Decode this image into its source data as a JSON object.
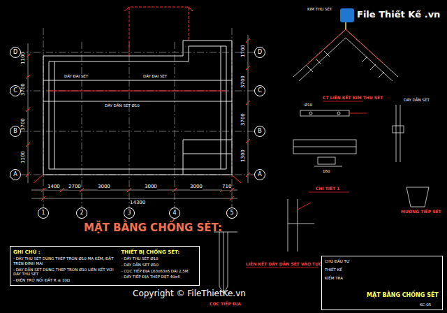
{
  "diagram": {
    "nodes": [
      {
        "text": [
          "D"
        ]
      },
      {
        "text": [
          "C"
        ]
      },
      {
        "text": [
          "B"
        ]
      },
      {
        "text": [
          "A"
        ]
      },
      {
        "text": [
          "D"
        ]
      },
      {
        "text": [
          "C"
        ]
      },
      {
        "text": [
          "B"
        ]
      },
      {
        "text": [
          "A"
        ]
      },
      {
        "text": [
          "1"
        ]
      },
      {
        "text": [
          "2"
        ]
      },
      {
        "text": [
          "3"
        ]
      },
      {
        "text": [
          "4"
        ]
      },
      {
        "text": [
          "5"
        ]
      },
      {
        "text": [
          "GHI CHÚ :",
          "- DÂY THU SÉT DÙNG THÉP TRÒN Ø10 MẠ KẼM, ĐẶT TRÊN ĐỈNH MÁI",
          "- DÂY DẪN SÉT DÙNG THÉP TRÒN Ø10 LIÊN KẾT VỚI DÂY THU SÉT",
          "- ĐIỆN TRỞ NỐI ĐẤT R ≤ 10Ω",
          "THIẾT BỊ CHỐNG SÉT:",
          "- DÂY THU SÉT Ø10",
          "- DÂY DẪN SÉT Ø10",
          "- CỌC TIẾP ĐỊA L63x63x6 DÀI 2,5M",
          "- DÂY TIẾP ĐỊA THÉP DẸT 40x4"
        ]
      },
      {
        "text": [
          "CHỦ ĐẦU TƯ",
          "THIẾT KẾ",
          "KIỂM TRA",
          "MẶT BẰNG CHỐNG SÉT",
          "KC-05"
        ]
      }
    ],
    "edges": [],
    "labels": [
      "1400",
      "2700",
      "3000",
      "3000",
      "3000",
      "710",
      "14300",
      "1100",
      "3700",
      "3700",
      "1100",
      "1700",
      "3700",
      "3700",
      "1300",
      "MẶT BẰNG CHỐNG SÉT:",
      "CT LIÊN KẾT KIM THU SÉT",
      "CHI TIẾT 1",
      "LIÊN KẾT DÂY DẪN SÉT VÀO TƯỜNG",
      "CỌC TIẾP ĐỊA",
      "MƯƠNG TIẾP SÉT",
      "File Thiết Kế .vn",
      "Copyright © FileThietKe.vn",
      "DÂY ĐAI SÉT",
      "DÂY ĐAI SÉT",
      "DÂY DẪN SÉT Ø10",
      "KIM THU SÉT",
      "DÂY DẪN SÉT",
      "Ø10",
      "160"
    ]
  }
}
